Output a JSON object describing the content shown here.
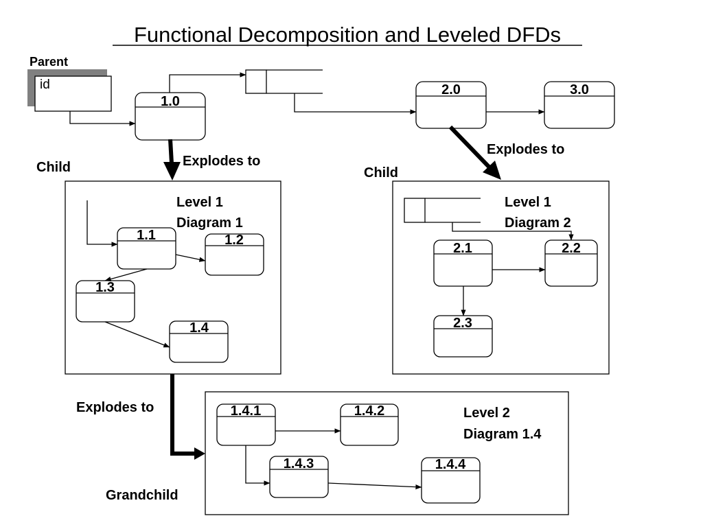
{
  "title": "Functional Decomposition and Leveled DFDs",
  "labels": {
    "parent": "Parent",
    "child_left": "Child",
    "child_right": "Child",
    "grandchild": "Grandchild",
    "explodes_1": "Explodes to",
    "explodes_2": "Explodes to",
    "explodes_3": "Explodes to",
    "entity_id": "id"
  },
  "diagrams": {
    "level1_d1": [
      "Level 1",
      "Diagram 1"
    ],
    "level1_d2": [
      "Level 1",
      "Diagram 2"
    ],
    "level2_d14": [
      "Level 2",
      "Diagram 1.4"
    ]
  },
  "processes": {
    "p1_0": "1.0",
    "p2_0": "2.0",
    "p3_0": "3.0",
    "p1_1": "1.1",
    "p1_2": "1.2",
    "p1_3": "1.3",
    "p1_4": "1.4",
    "p2_1": "2.1",
    "p2_2": "2.2",
    "p2_3": "2.3",
    "p1_4_1": "1.4.1",
    "p1_4_2": "1.4.2",
    "p1_4_3": "1.4.3",
    "p1_4_4": "1.4.4"
  }
}
